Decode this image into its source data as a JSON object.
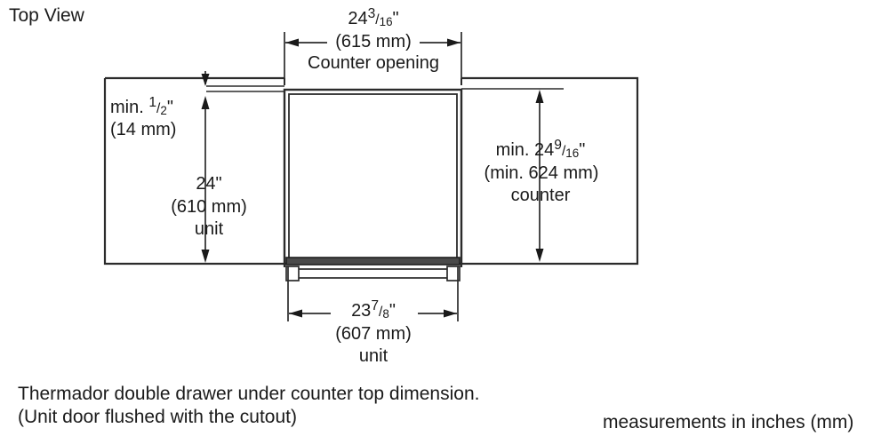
{
  "title": "Top View",
  "colors": {
    "ink": "#1a1a1a",
    "line": "#2b2b2b",
    "background": "#ffffff"
  },
  "dimensions": {
    "counter_opening": {
      "inches_whole": "24",
      "fraction_num": "3",
      "fraction_den": "16",
      "inch_symbol": "\"",
      "metric": "(615 mm)",
      "label": "Counter opening"
    },
    "min_gap": {
      "prefix": "min.",
      "fraction_num": "1",
      "fraction_den": "2",
      "inch_symbol": "\"",
      "metric": "(14 mm)"
    },
    "unit_depth": {
      "inches": "24\"",
      "metric": "(610 mm)",
      "label": "unit"
    },
    "counter_depth": {
      "prefix": "min.",
      "inches_whole": "24",
      "fraction_num": "9",
      "fraction_den": "16",
      "inch_symbol": "\"",
      "metric": "(min. 624 mm)",
      "label": "counter"
    },
    "unit_width": {
      "inches_whole": "23",
      "fraction_num": "7",
      "fraction_den": "8",
      "inch_symbol": "\"",
      "metric": "(607 mm)",
      "label": "unit"
    }
  },
  "notes": {
    "line1": "Thermador double drawer under counter top dimension.",
    "line2": "(Unit door flushed with the cutout)",
    "measurement_note": "measurements in inches (mm)"
  }
}
